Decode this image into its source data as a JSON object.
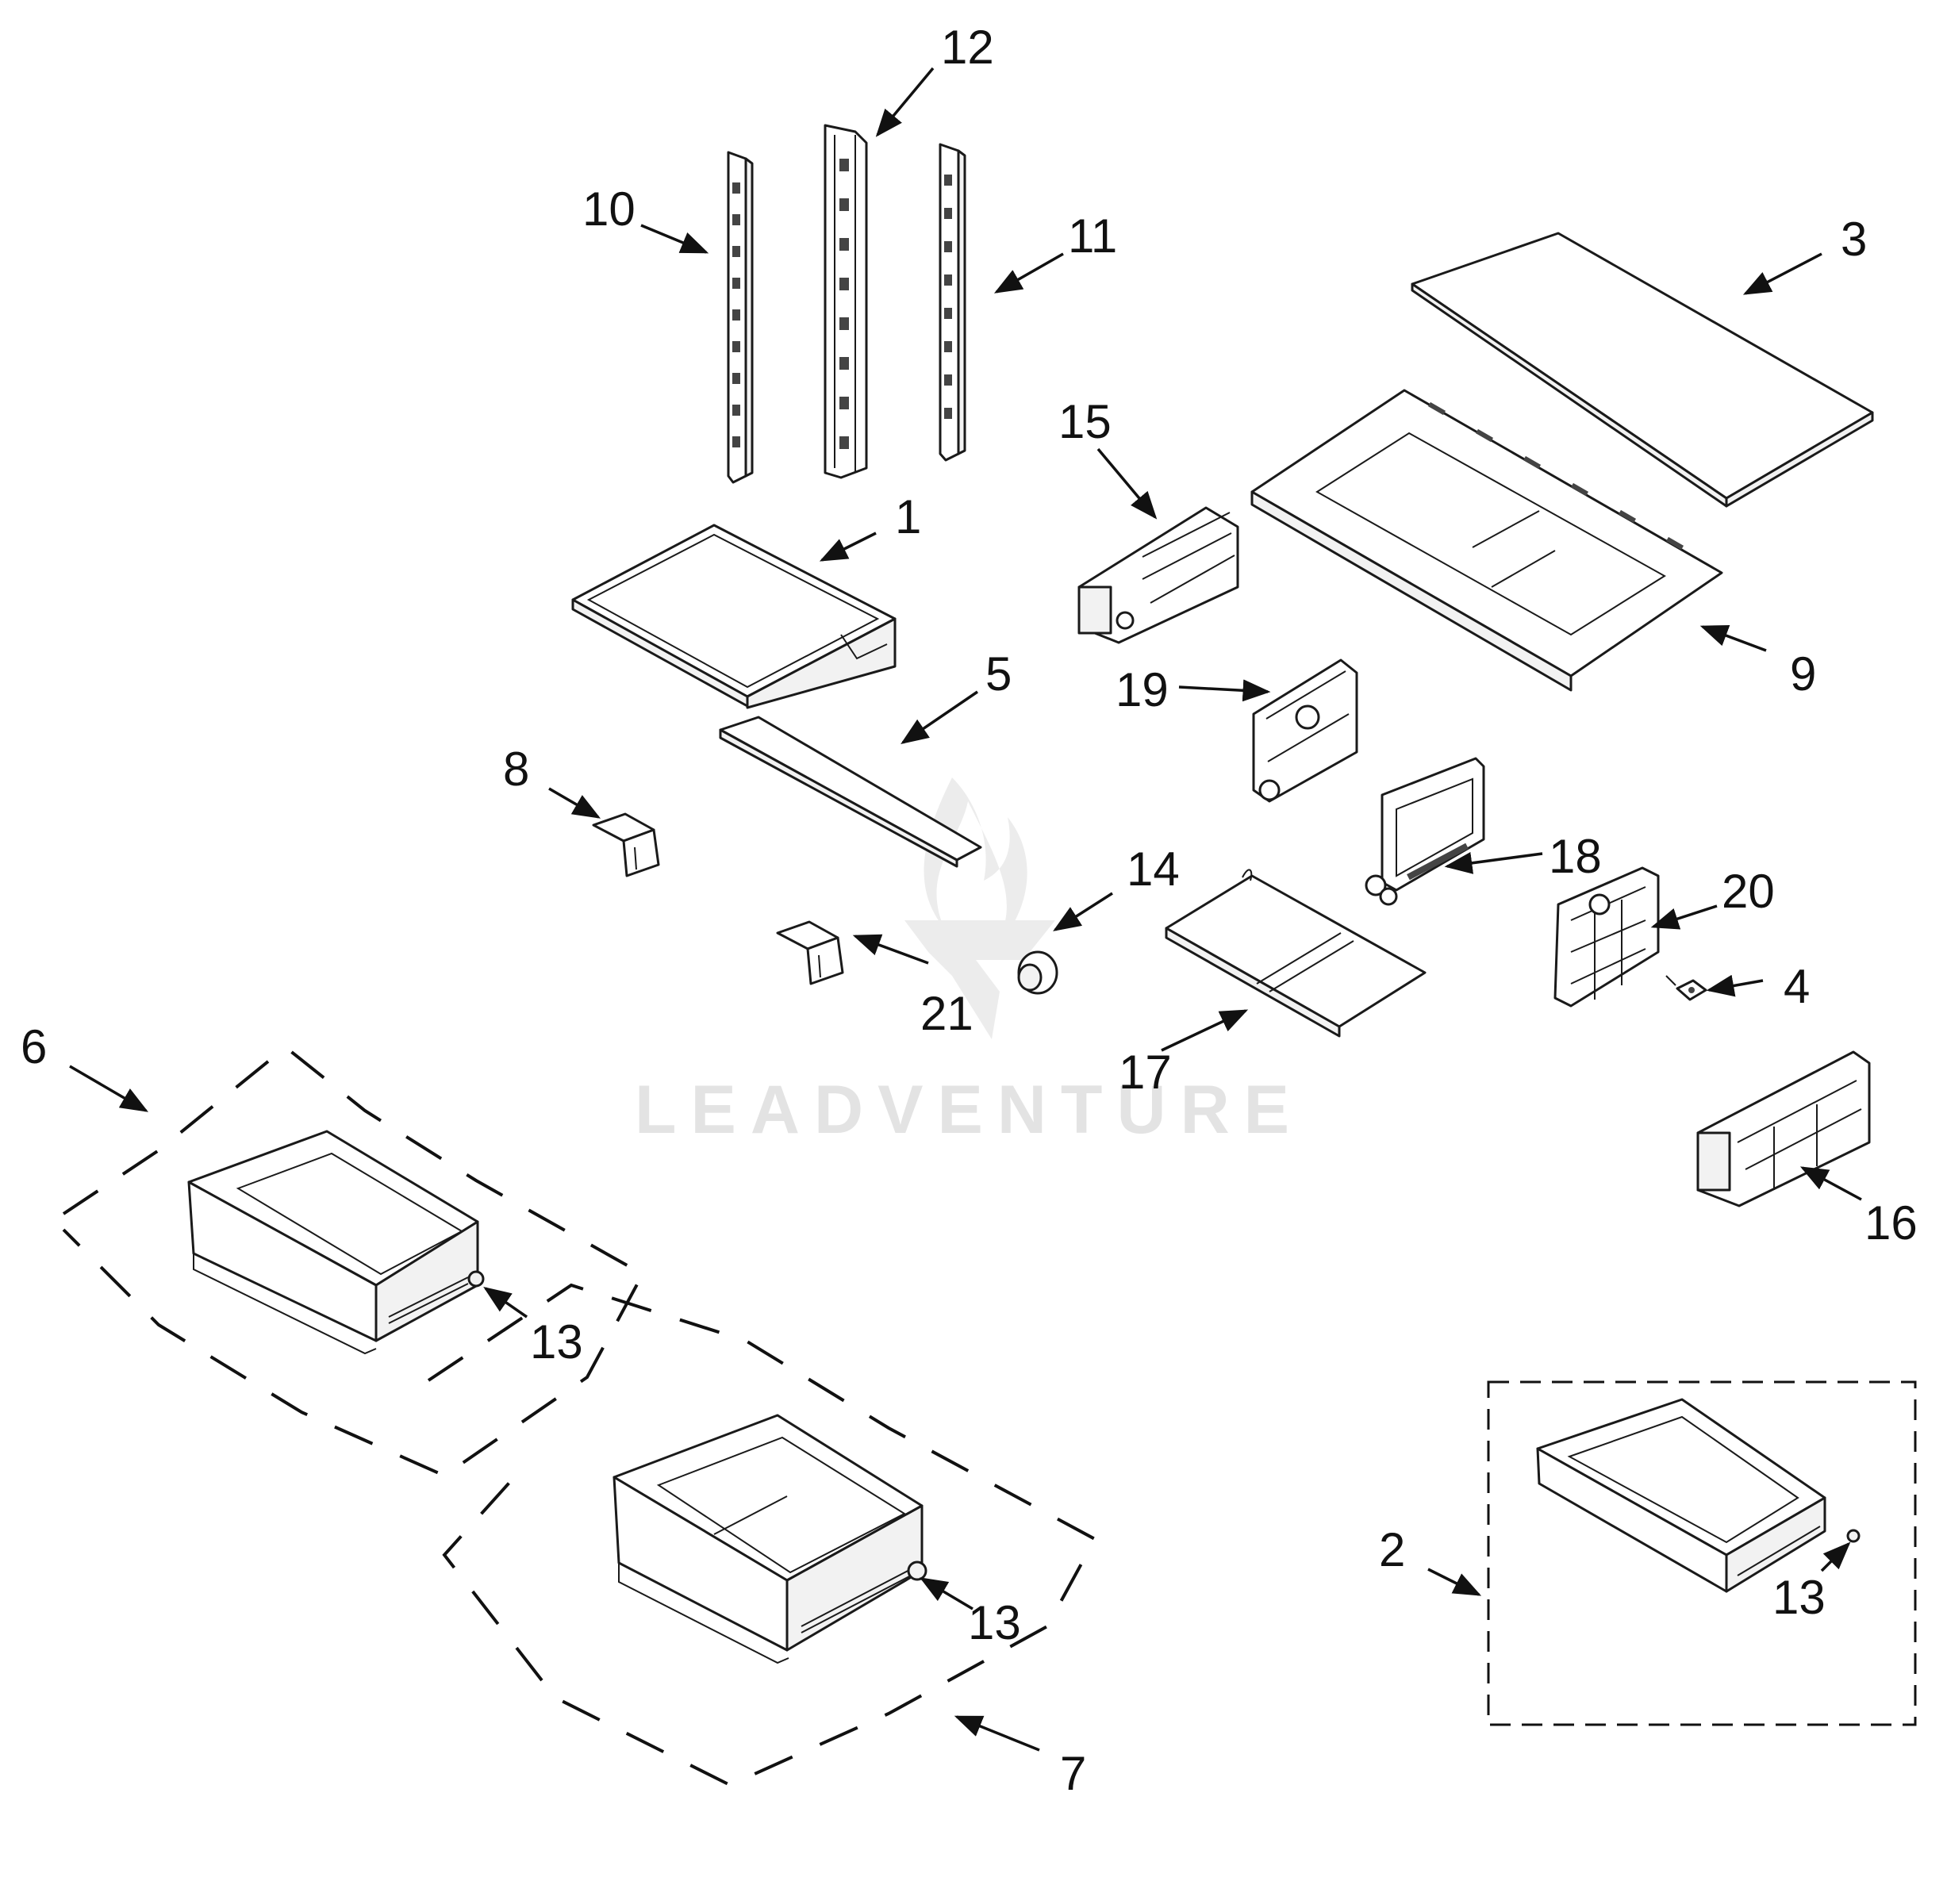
{
  "watermark": {
    "text": "LEADVENTURE"
  },
  "callouts": {
    "c1": "1",
    "c2": "2",
    "c3": "3",
    "c4": "4",
    "c5": "5",
    "c6": "6",
    "c7": "7",
    "c8": "8",
    "c9": "9",
    "c10": "10",
    "c11": "11",
    "c12": "12",
    "c13a": "13",
    "c13b": "13",
    "c13c": "13",
    "c14": "14",
    "c15": "15",
    "c16": "16",
    "c17": "17",
    "c18": "18",
    "c19": "19",
    "c20": "20",
    "c21": "21"
  }
}
